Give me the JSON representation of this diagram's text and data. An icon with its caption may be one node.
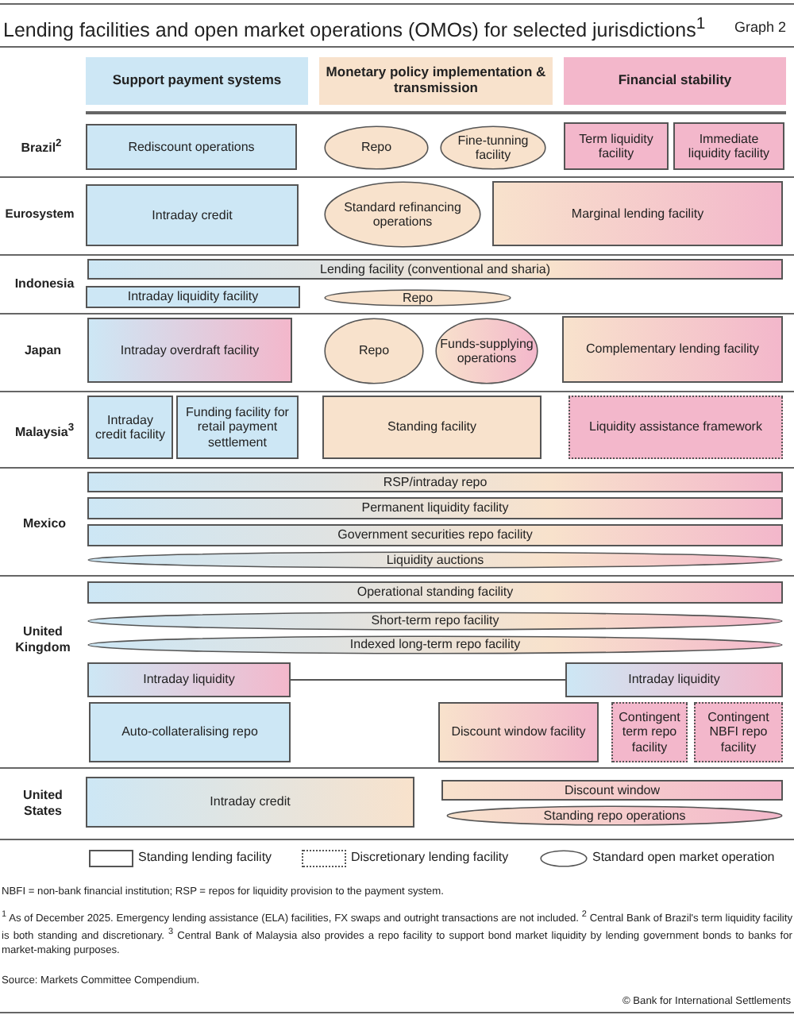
{
  "diagram": {
    "title": "Lending facilities and open market operations (OMOs) for selected jurisdictions$^{1}$",
    "nodes": [
      {
        "text": [
          "Support payment systems"
        ]
      },
      {
        "text": [
          "Monetary policy implementation & transmission"
        ]
      },
      {
        "text": [
          "Financial stability"
        ]
      },
      {
        "text": [
          "Rediscount operations"
        ]
      },
      {
        "text": [
          "Repo"
        ]
      },
      {
        "text": [
          "Fine-tunning facility"
        ]
      },
      {
        "text": [
          "Term liquidity facility"
        ]
      },
      {
        "text": [
          "Immediate liquidity facility"
        ]
      },
      {
        "text": [
          "Intraday credit"
        ]
      },
      {
        "text": [
          "Standard refinancing operations"
        ]
      },
      {
        "text": [
          "Marginal lending facility"
        ]
      },
      {
        "text": [
          "Lending facility (conventional and sharia)"
        ]
      },
      {
        "text": [
          "Intraday liquidity facility"
        ]
      },
      {
        "text": [
          "Repo"
        ]
      },
      {
        "text": [
          "Intraday overdraft facility"
        ]
      },
      {
        "text": [
          "Repo"
        ]
      },
      {
        "text": [
          "Funds-supplying operations"
        ]
      },
      {
        "text": [
          "Complementary lending facility"
        ]
      },
      {
        "text": [
          "Intraday credit facility"
        ]
      },
      {
        "text": [
          "Funding facility for retail payment settlement"
        ]
      },
      {
        "text": [
          "Standing facility"
        ]
      },
      {
        "text": [
          "Liquidity assistance framework"
        ]
      },
      {
        "text": [
          "RSP/intraday repo"
        ]
      },
      {
        "text": [
          "Permanent liquidity facility"
        ]
      },
      {
        "text": [
          "Government securities repo facility"
        ]
      },
      {
        "text": [
          "Liquidity auctions"
        ]
      },
      {
        "text": [
          "Operational standing facility"
        ]
      },
      {
        "text": [
          "Short-term repo facility"
        ]
      },
      {
        "text": [
          "Indexed long-term repo facility"
        ]
      },
      {
        "text": [
          "Intraday liquidity"
        ]
      },
      {
        "text": [
          "Intraday liquidity"
        ]
      },
      {
        "text": [
          "Auto-collateralising repo"
        ]
      },
      {
        "text": [
          "Discount window facility"
        ]
      },
      {
        "text": [
          "Contingent term repo facility"
        ]
      },
      {
        "text": [
          "Contingent NBFI repo facility"
        ]
      },
      {
        "text": [
          "Intraday credit"
        ]
      },
      {
        "text": [
          "Discount window"
        ]
      },
      {
        "text": [
          "Standing repo operations"
        ]
      }
    ],
    "edges": [
      {
        "from": 29,
        "to": 30,
        "arrow": "none"
      }
    ],
    "labels": [
      "Graph 2",
      "Brazil$^{2}$",
      "Eurosystem",
      "Indonesia",
      "Japan",
      "Malaysia$^{3}$",
      "Mexico",
      "United Kingdom",
      "United States",
      "NBFI = non-bank financial institution; RSP = repos for liquidity provision to the payment system.",
      "$^{1}$ As of December 2025. Emergency lending assistance (ELA) facilities, FX swaps and outright transactions are not included. $^{2}$ Central Bank of Brazil's term liquidity facility is both standing and discretionary. $^{3}$ Central Bank of Malaysia also provides a repo facility to support bond market liquidity by lending government bonds to banks for market-making purposes.",
      "Source: Markets Committee Compendium.",
      "© Bank for International Settlements"
    ],
    "legend": [
      {
        "text": "Standing lending facility"
      },
      {
        "text": "Discretionary lending facility"
      },
      {
        "text": "Standard open market operation"
      }
    ]
  }
}
